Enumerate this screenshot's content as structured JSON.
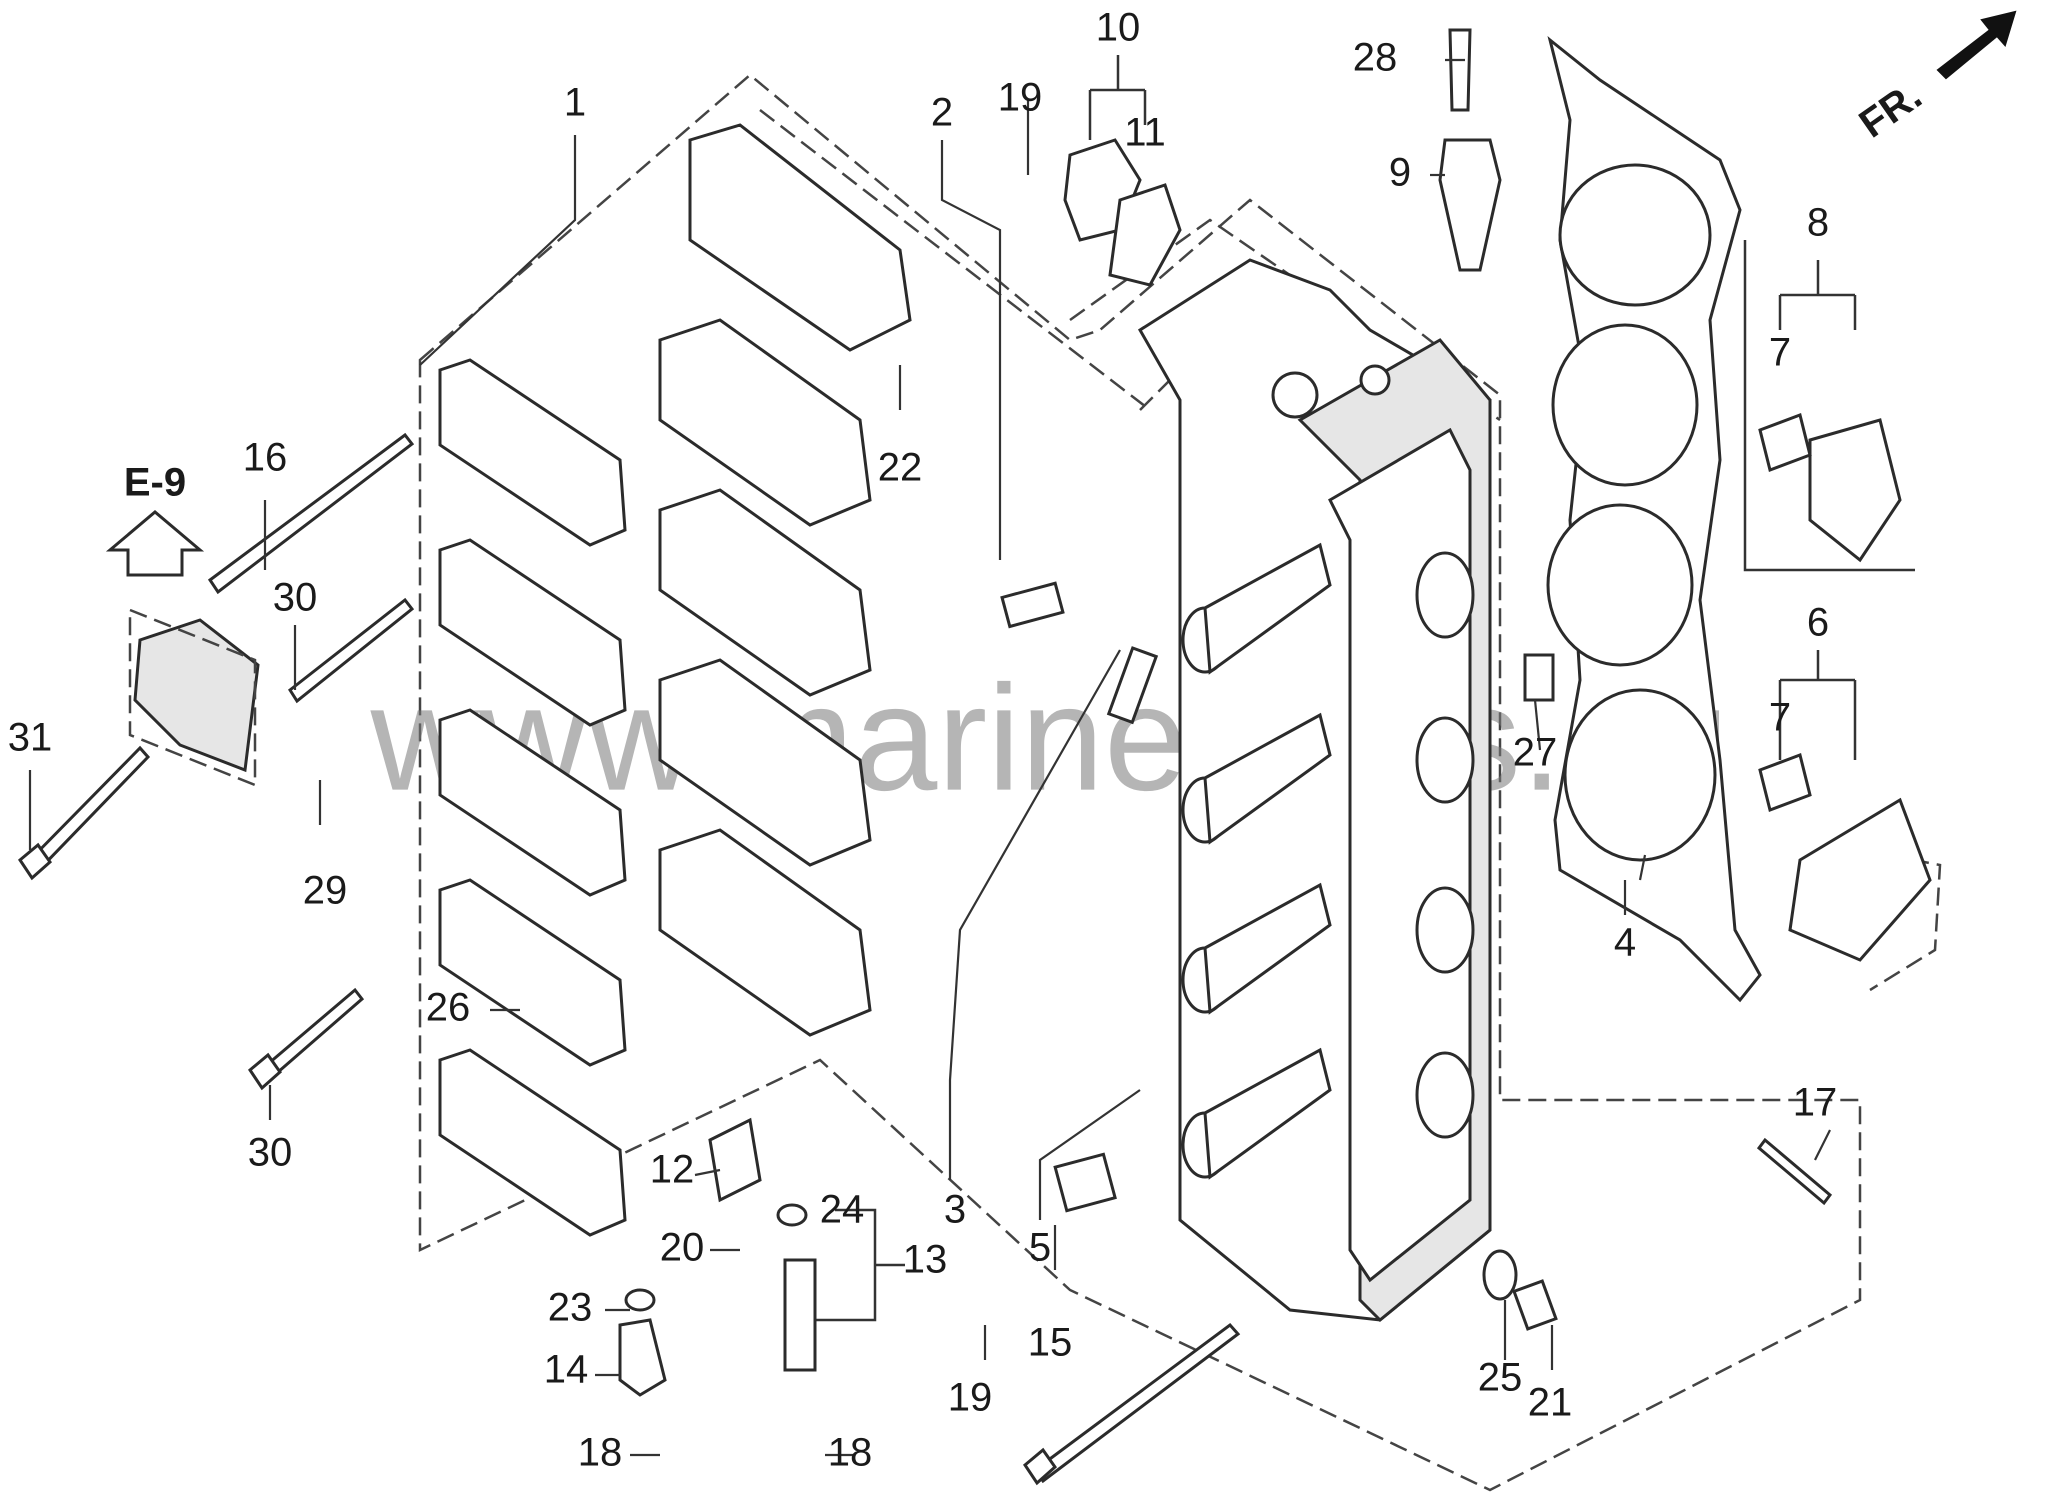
{
  "orientation_label": "FR.",
  "reference": {
    "label": "E-9"
  },
  "watermark": "www.marineparts.eu",
  "callouts": [
    {
      "id": "c1",
      "text": "1"
    },
    {
      "id": "c2",
      "text": "2"
    },
    {
      "id": "c3",
      "text": "3"
    },
    {
      "id": "c4",
      "text": "4"
    },
    {
      "id": "c5",
      "text": "5"
    },
    {
      "id": "c6",
      "text": "6"
    },
    {
      "id": "c7a",
      "text": "7"
    },
    {
      "id": "c7b",
      "text": "7"
    },
    {
      "id": "c8",
      "text": "8"
    },
    {
      "id": "c9",
      "text": "9"
    },
    {
      "id": "c10",
      "text": "10"
    },
    {
      "id": "c11",
      "text": "11"
    },
    {
      "id": "c12",
      "text": "12"
    },
    {
      "id": "c13",
      "text": "13"
    },
    {
      "id": "c14",
      "text": "14"
    },
    {
      "id": "c15",
      "text": "15"
    },
    {
      "id": "c16",
      "text": "16"
    },
    {
      "id": "c17",
      "text": "17"
    },
    {
      "id": "c18a",
      "text": "18"
    },
    {
      "id": "c18b",
      "text": "18"
    },
    {
      "id": "c19a",
      "text": "19"
    },
    {
      "id": "c19b",
      "text": "19"
    },
    {
      "id": "c20",
      "text": "20"
    },
    {
      "id": "c21",
      "text": "21"
    },
    {
      "id": "c22",
      "text": "22"
    },
    {
      "id": "c23",
      "text": "23"
    },
    {
      "id": "c24",
      "text": "24"
    },
    {
      "id": "c25",
      "text": "25"
    },
    {
      "id": "c26",
      "text": "26"
    },
    {
      "id": "c27",
      "text": "27"
    },
    {
      "id": "c28",
      "text": "28"
    },
    {
      "id": "c29",
      "text": "29"
    },
    {
      "id": "c30a",
      "text": "30"
    },
    {
      "id": "c30b",
      "text": "30"
    },
    {
      "id": "c31",
      "text": "31"
    }
  ]
}
